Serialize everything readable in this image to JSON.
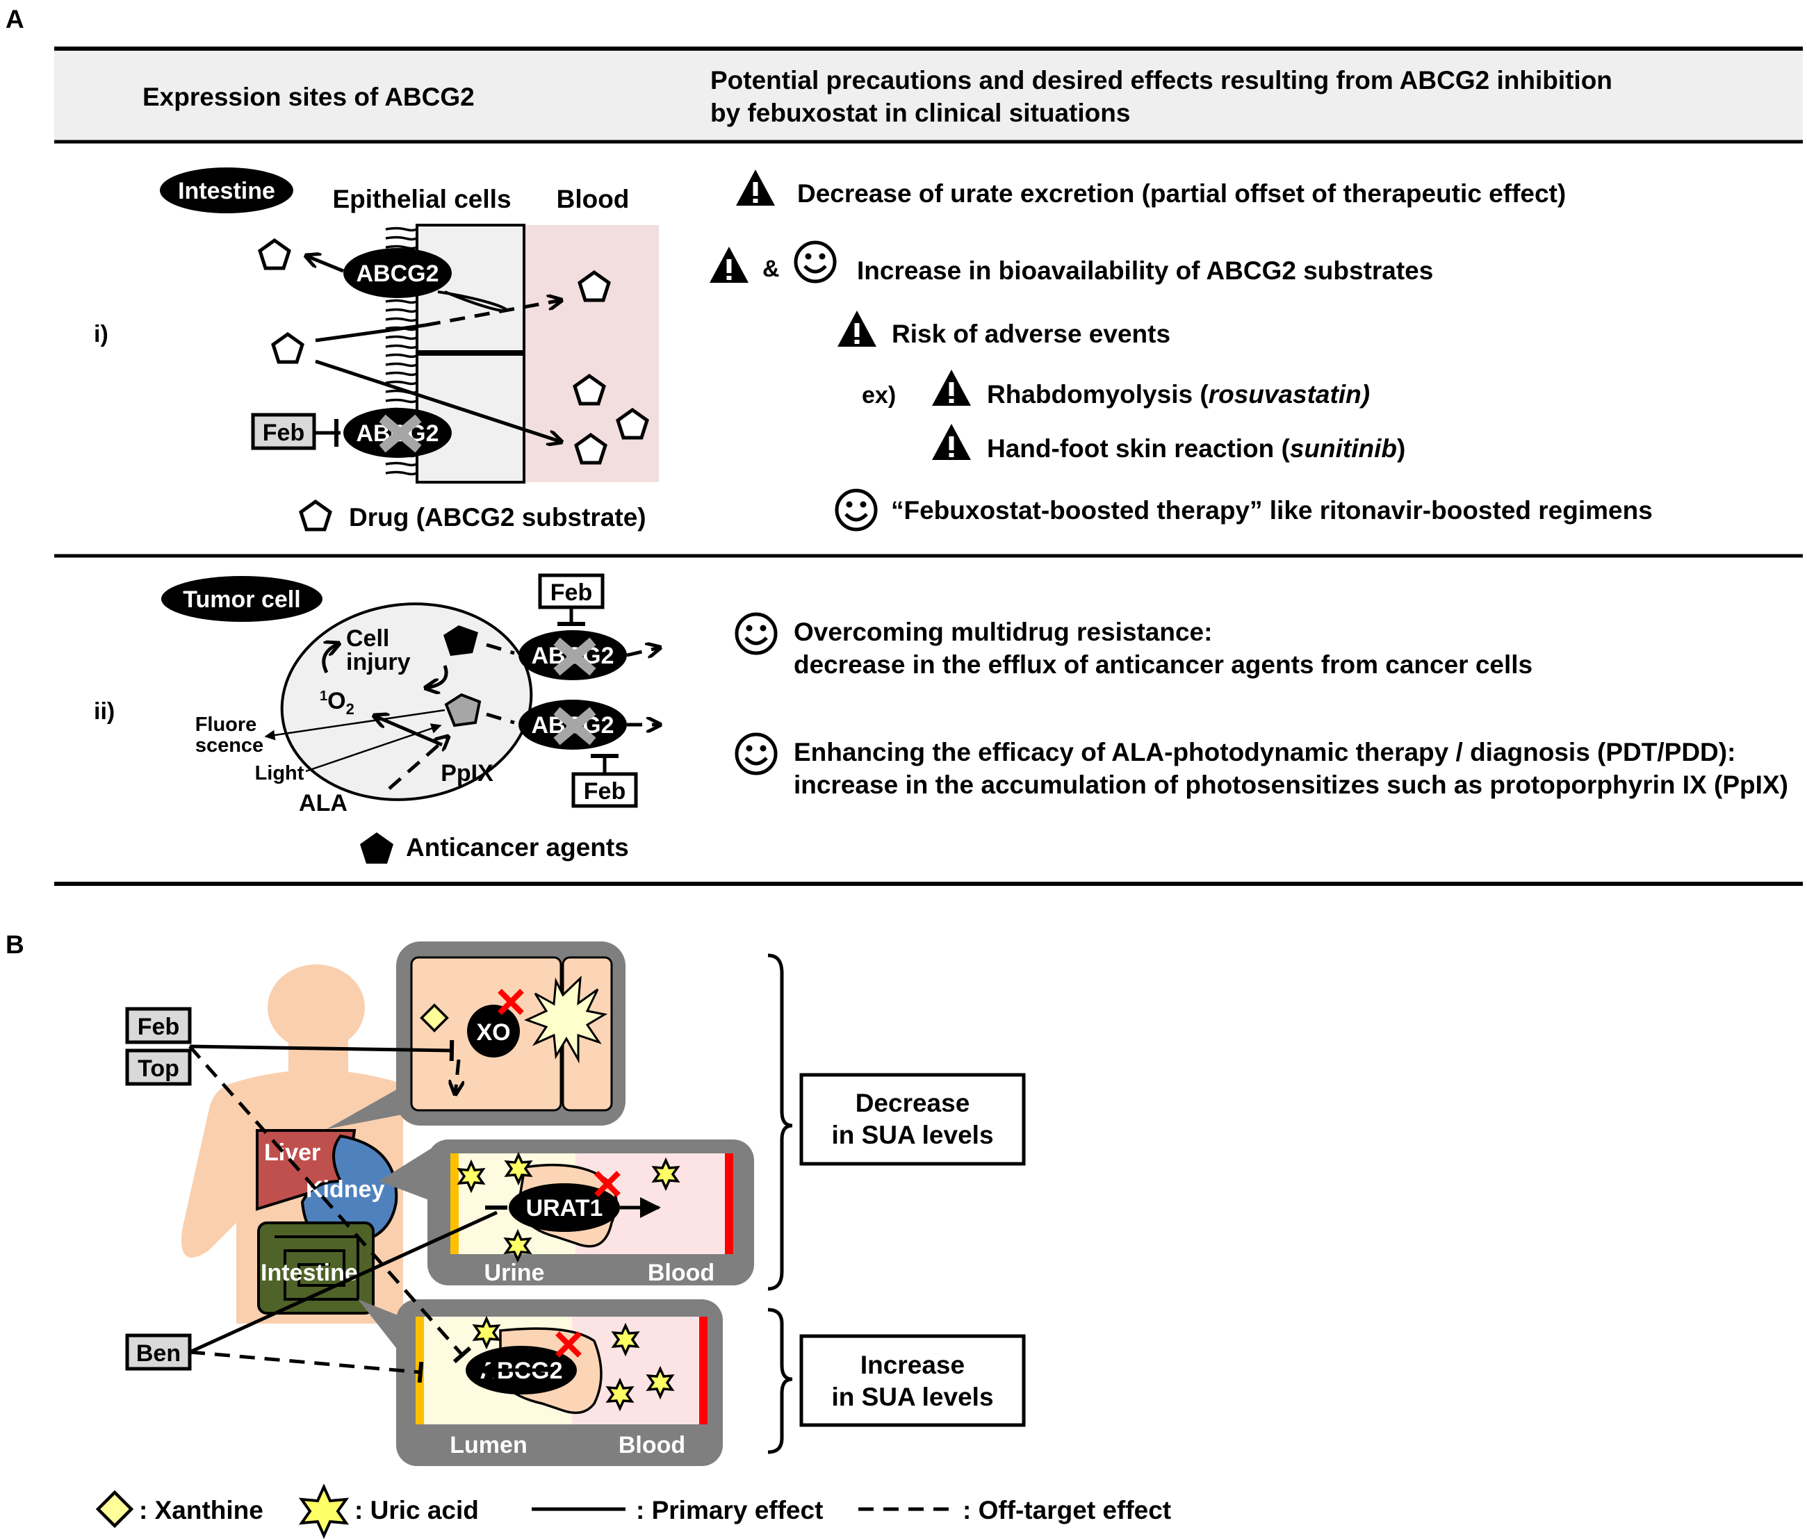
{
  "panel_labels": {
    "a": "A",
    "b": "B"
  },
  "header": {
    "left": "Expression sites of ABCG2",
    "right_line1": "Potential precautions and desired effects resulting from ABCG2 inhibition",
    "right_line2": "by febuxostat in clinical situations"
  },
  "row1": {
    "roman": "i)",
    "site_badge": "Intestine",
    "col_epithelial": "Epithelial cells",
    "col_blood": "Blood",
    "transporter": "ABCG2",
    "transporter_inhibited": "ABCG2",
    "inhibitor": "Feb",
    "drug_legend": "Drug (ABCG2 substrate)",
    "effects": {
      "decrease_urate": "Decrease of urate excretion (partial offset of therapeutic effect)",
      "amp": "&",
      "bioavailability": "Increase in bioavailability of ABCG2 substrates",
      "risk": "Risk of adverse events",
      "ex": "ex)",
      "rhabdo": "Rhabdomyolysis (",
      "rhabdo_drug": "rosuvastatin)",
      "handfoot": "Hand-foot skin reaction (",
      "handfoot_drug": "sunitinib",
      "handfoot_close": ")",
      "boosted": "“Febuxostat-boosted therapy” like ritonavir-boosted regimens"
    }
  },
  "row2": {
    "roman": "ii)",
    "site_badge": "Tumor cell",
    "cell_injury_1": "Cell",
    "cell_injury_2": "injury",
    "singlet_oxygen_sup": "1",
    "singlet_oxygen": "O",
    "singlet_oxygen_sub": "2",
    "fluorescence_1": "Fluore",
    "fluorescence_2": "scence",
    "light": "Light",
    "ala": "ALA",
    "ppix": "PpIX",
    "transporter": "ABCG2",
    "inhibitor_top": "Feb",
    "inhibitor_bottom": "Feb",
    "anticancer_legend": "Anticancer agents",
    "effects": {
      "mdr_1": "Overcoming multidrug resistance:",
      "mdr_2": "decrease in the  efflux of anticancer agents from cancer cells",
      "pdt_1": "Enhancing the efficacy of ALA-photodynamic therapy / diagnosis (PDT/PDD):",
      "pdt_2": "increase in the accumulation of photosensitizes such as protoporphyrin IX (PpIX)"
    }
  },
  "panel_b": {
    "drugs": {
      "feb": "Feb",
      "top": "Top",
      "ben": "Ben"
    },
    "organs": {
      "liver": "Liver",
      "kidney": "Kidney",
      "intestine": "Intestine"
    },
    "liver_inset": {
      "enzyme": "XO"
    },
    "kidney_inset": {
      "transporter": "URAT1",
      "left": "Urine",
      "right": "Blood"
    },
    "intestine_inset": {
      "transporter": "ABCG2",
      "left": "Lumen",
      "right": "Blood"
    },
    "decrease_box_1": "Decrease",
    "decrease_box_2": "in SUA levels",
    "increase_box_1": "Increase",
    "increase_box_2": "in SUA levels",
    "legend": {
      "xanthine": ": Xanthine",
      "uric_acid": ": Uric acid",
      "primary": ": Primary effect",
      "offtarget": ": Off-target effect"
    }
  },
  "colors": {
    "header_bg": "#efefef",
    "blood_bg": "#f2dede",
    "cell_bg": "#f0f0f0",
    "skin": "#f9cfae",
    "liver": "#c0504d",
    "kidney": "#4f81bd",
    "intestine": "#4f6228",
    "inset_frame": "#7f7f7f",
    "inset_cell": "#fbd5b5",
    "urine": "#fffbe0",
    "blood_inset": "#fce4e4",
    "red_cross": "#ff0000",
    "uric_star": "#ffff66",
    "xanthine": "#ffff99"
  }
}
